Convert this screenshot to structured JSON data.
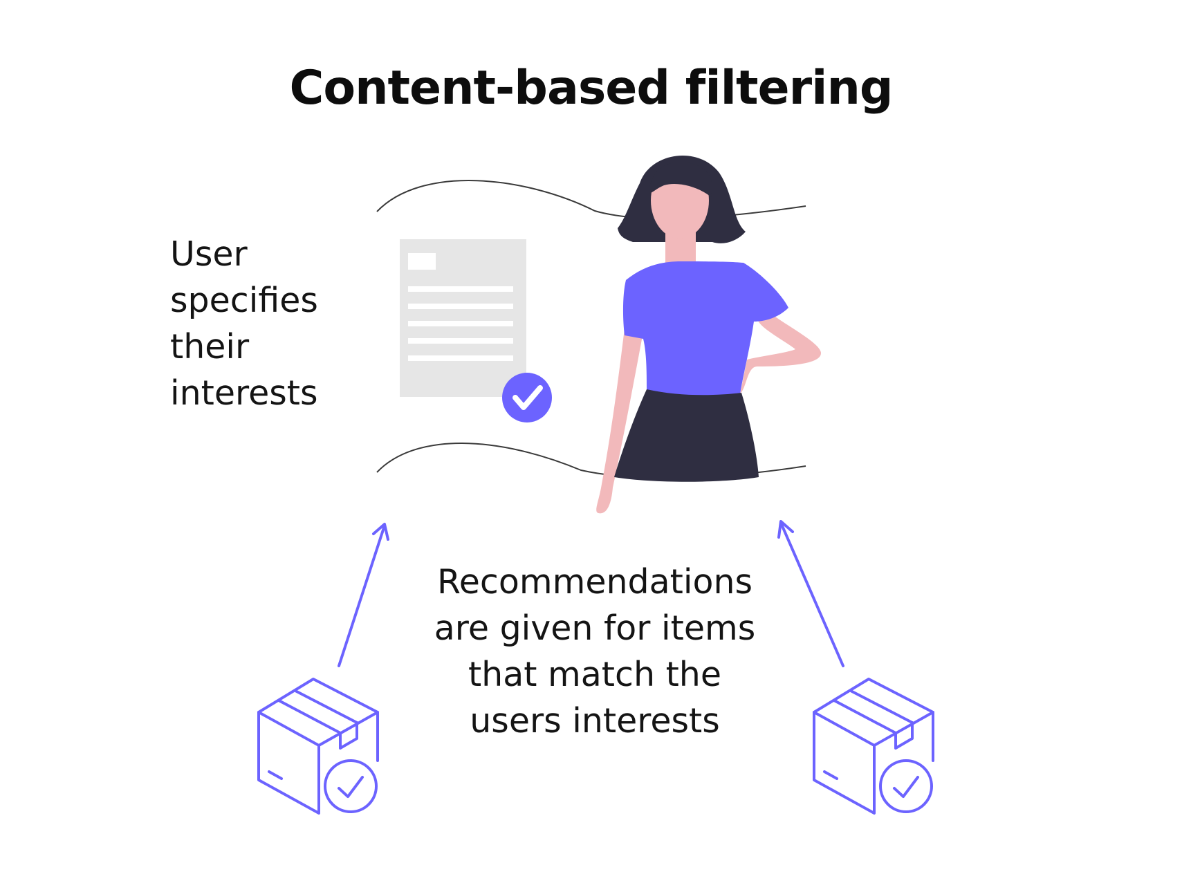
{
  "title": "Content-based filtering",
  "user_text": {
    "lines": [
      "User",
      "specifies",
      "their",
      "interests"
    ]
  },
  "recommendation_text": {
    "lines": [
      "Recommendations",
      "are given for items",
      "that match the",
      "users interests"
    ]
  },
  "icons": {
    "document": "document-icon",
    "check_badge": "check-badge-icon",
    "person": "person-illustration",
    "box_left": "box-check-icon",
    "box_right": "box-check-icon",
    "arrow_left": "arrow-up-icon",
    "arrow_right": "arrow-up-icon"
  },
  "colors": {
    "accent": "#6c63ff",
    "skin": "#f2b9bb",
    "dark": "#2f2e41",
    "document": "#e6e6e6"
  }
}
